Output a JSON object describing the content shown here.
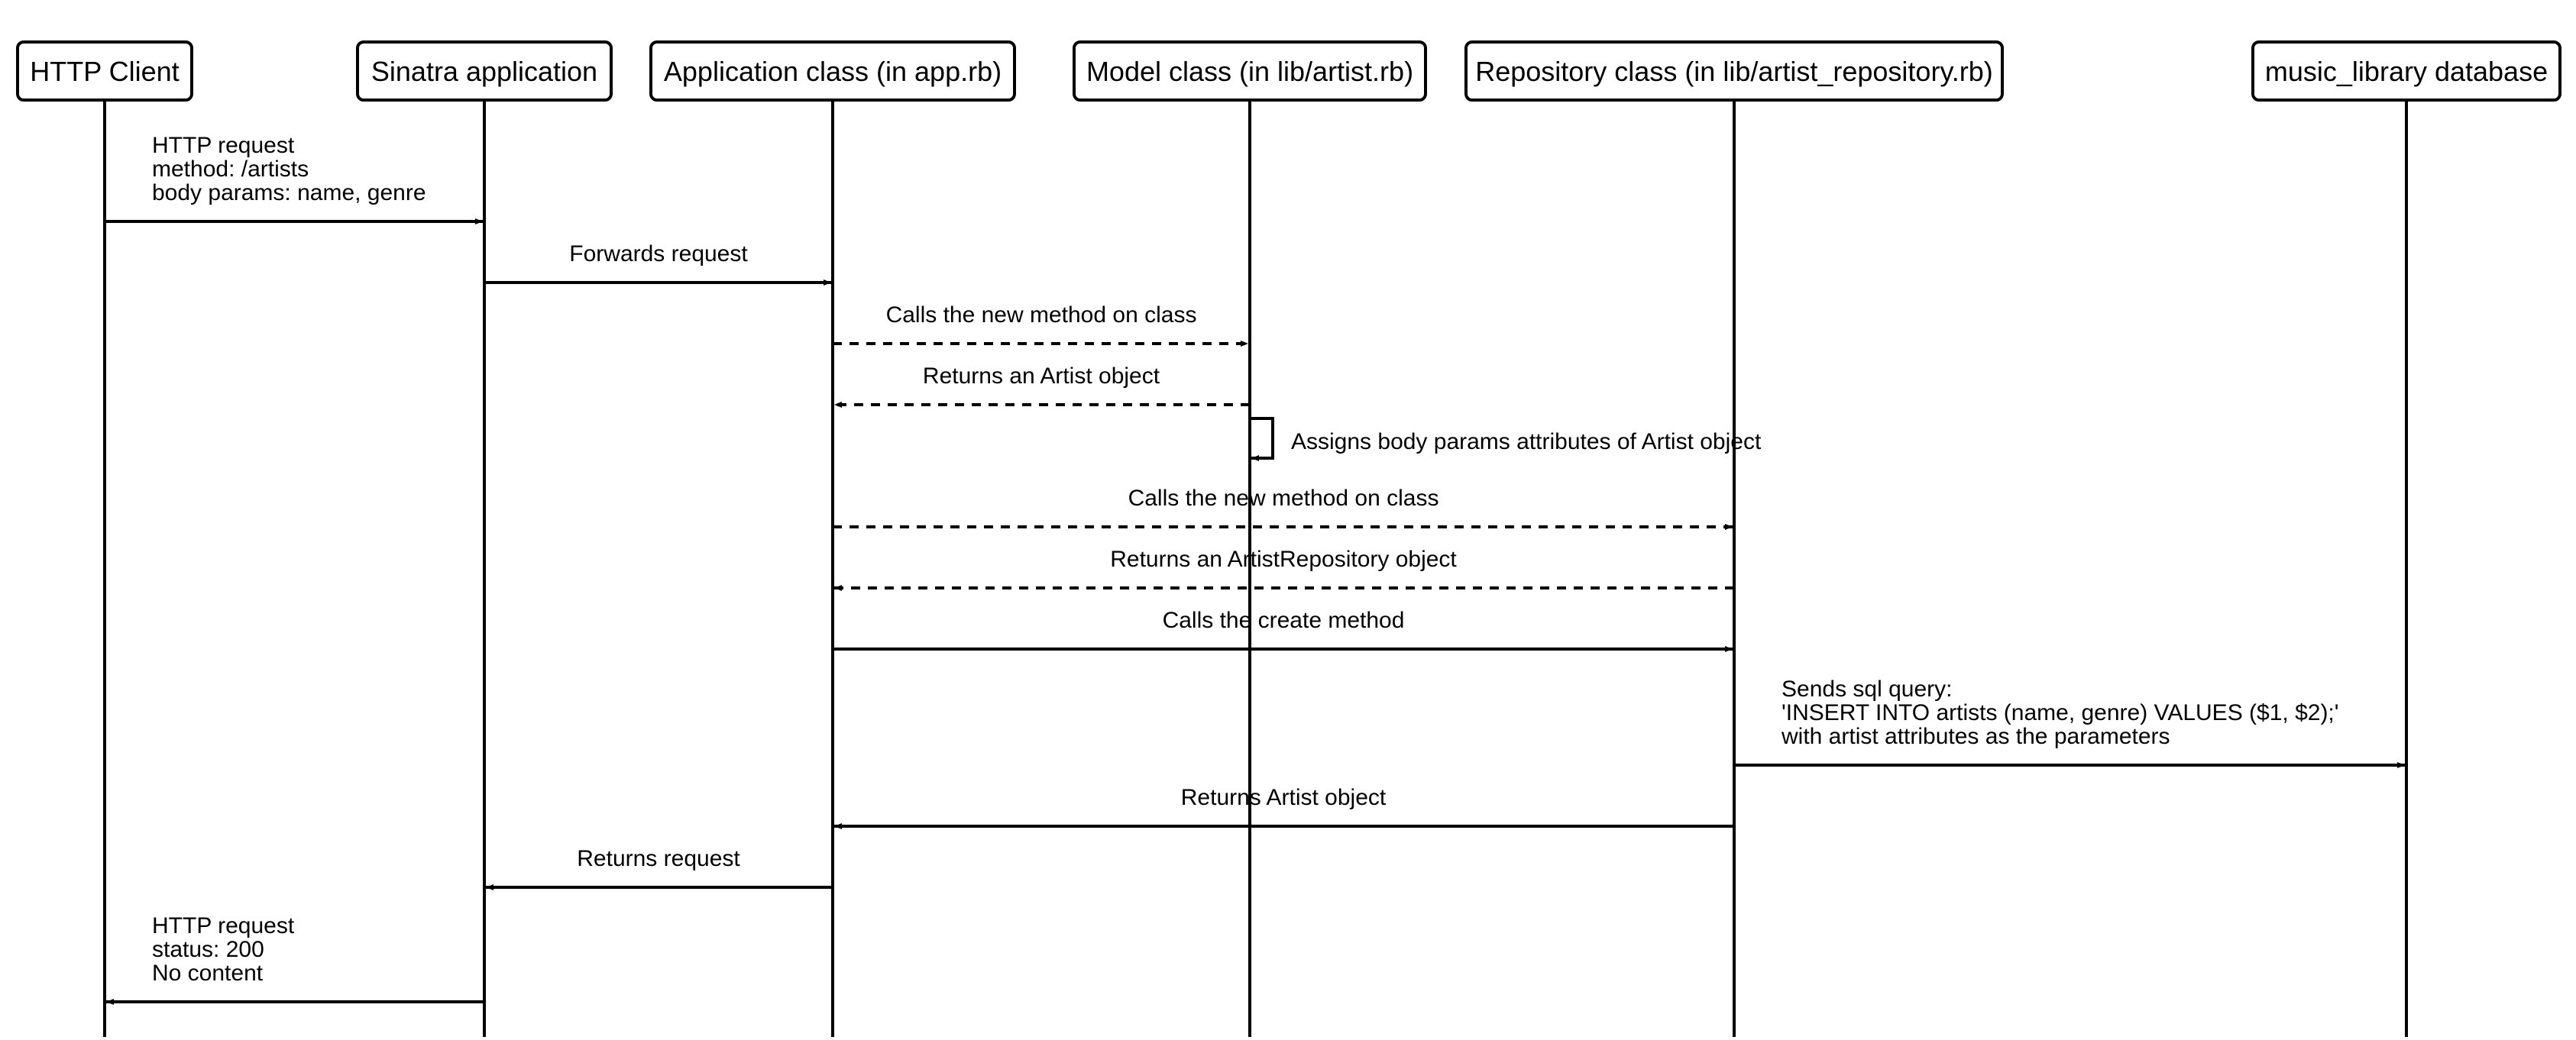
{
  "diagram": {
    "type": "sequence",
    "participants": [
      {
        "id": "client",
        "label": "HTTP Client"
      },
      {
        "id": "sinatra",
        "label": "Sinatra application"
      },
      {
        "id": "app",
        "label": "Application class (in app.rb)"
      },
      {
        "id": "model",
        "label": "Model class (in lib/artist.rb)"
      },
      {
        "id": "repo",
        "label": "Repository class (in lib/artist_repository.rb)"
      },
      {
        "id": "db",
        "label": "music_library database"
      }
    ],
    "messages": [
      {
        "from": "client",
        "to": "sinatra",
        "style": "solid",
        "lines": [
          "HTTP request",
          "method: /artists",
          "body params: name, genre"
        ]
      },
      {
        "from": "sinatra",
        "to": "app",
        "style": "solid",
        "lines": [
          "Forwards request"
        ]
      },
      {
        "from": "app",
        "to": "model",
        "style": "dashed",
        "lines": [
          "Calls the new method on class"
        ]
      },
      {
        "from": "model",
        "to": "app",
        "style": "dashed",
        "lines": [
          "Returns an Artist object"
        ]
      },
      {
        "from": "model",
        "to": "model",
        "style": "solid",
        "lines": [
          "Assigns body params attributes of Artist object"
        ]
      },
      {
        "from": "app",
        "to": "repo",
        "style": "dashed",
        "lines": [
          "Calls the new method on class"
        ]
      },
      {
        "from": "repo",
        "to": "app",
        "style": "dashed",
        "lines": [
          "Returns an ArtistRepository object"
        ]
      },
      {
        "from": "app",
        "to": "repo",
        "style": "solid",
        "lines": [
          "Calls the create method"
        ]
      },
      {
        "from": "repo",
        "to": "db",
        "style": "solid",
        "lines": [
          "Sends sql query:",
          "'INSERT INTO artists (name, genre) VALUES ($1, $2);'",
          "with artist attributes as the parameters"
        ]
      },
      {
        "from": "repo",
        "to": "app",
        "style": "solid",
        "lines": [
          "Returns Artist object"
        ]
      },
      {
        "from": "app",
        "to": "sinatra",
        "style": "solid",
        "lines": [
          "Returns request"
        ]
      },
      {
        "from": "sinatra",
        "to": "client",
        "style": "solid",
        "lines": [
          "HTTP request",
          "status: 200",
          "No content"
        ]
      }
    ]
  }
}
